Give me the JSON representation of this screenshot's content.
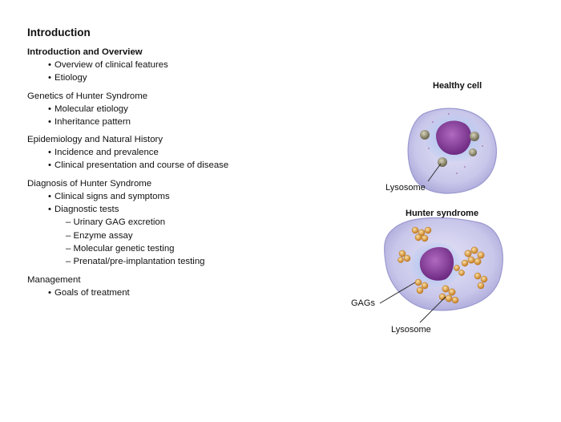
{
  "page_title": "Introduction",
  "sections": [
    {
      "heading": "Introduction and Overview",
      "bold": true,
      "items": [
        {
          "text": "Overview of clinical features"
        },
        {
          "text": "Etiology"
        }
      ]
    },
    {
      "heading": "Genetics of Hunter Syndrome",
      "bold": false,
      "items": [
        {
          "text": "Molecular etiology"
        },
        {
          "text": "Inheritance pattern"
        }
      ]
    },
    {
      "heading": "Epidemiology and Natural History",
      "bold": false,
      "items": [
        {
          "text": "Incidence and prevalence"
        },
        {
          "text": "Clinical presentation and course of disease"
        }
      ]
    },
    {
      "heading": "Diagnosis of Hunter Syndrome",
      "bold": false,
      "items": [
        {
          "text": "Clinical signs and symptoms"
        },
        {
          "text": "Diagnostic tests",
          "subitems": [
            "– Urinary GAG excretion",
            "– Enzyme assay",
            "– Molecular genetic testing",
            "– Prenatal/pre-implantation testing"
          ]
        }
      ]
    },
    {
      "heading": "Management",
      "bold": false,
      "items": [
        {
          "text": "Goals of treatment"
        }
      ]
    }
  ],
  "figure": {
    "healthy_label": "Healthy cell",
    "healthy_callout": "Lysosome",
    "hunter_label": "Hunter syndrome",
    "gags_callout": "GAGs",
    "hunter_callout": "Lysosome",
    "colors": {
      "cytoplasm": "#c9c7ea",
      "cytoplasm_edge": "#9a98cf",
      "nucleus": "#8a3f9a",
      "nucleus_halo": "#b7c9f0",
      "lysosome_healthy": "#8f8a6e",
      "gag_cluster": "#e6a64a"
    }
  }
}
